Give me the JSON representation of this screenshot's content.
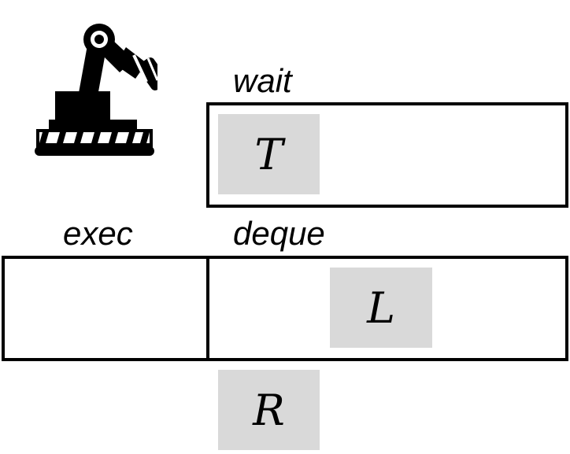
{
  "labels": {
    "wait": "wait",
    "exec": "exec",
    "deque": "deque"
  },
  "tiles": {
    "wait_tile": "T",
    "deque_tile": "L",
    "outside_tile": "R"
  },
  "icons": {
    "robot": "robot-arm-icon"
  },
  "colors": {
    "tile_fill": "#d9d9d9",
    "stroke": "#000000",
    "background": "#ffffff"
  }
}
